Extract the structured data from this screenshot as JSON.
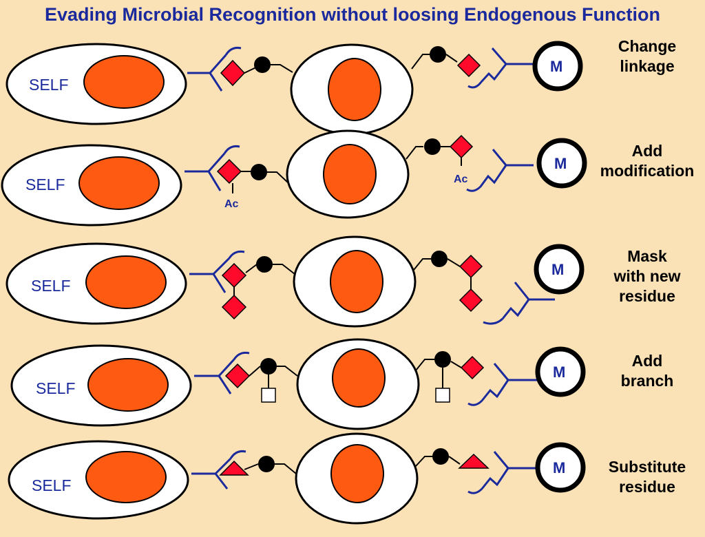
{
  "title": "Evading Microbial Recognition without loosing Endogenous Function",
  "labels": {
    "self": "SELF",
    "microbe": "M",
    "acetyl": "Ac"
  },
  "colors": {
    "background": "#fbe1b6",
    "nucleus": "#ff5a12",
    "receptor": "#1a2a9c",
    "diamond": "#ff0a2a",
    "title": "#1a2a9c"
  },
  "rows": [
    {
      "caption_lines": [
        "Change",
        "linkage"
      ]
    },
    {
      "caption_lines": [
        "Add",
        "modification"
      ]
    },
    {
      "caption_lines": [
        "Mask",
        "with new",
        "residue"
      ]
    },
    {
      "caption_lines": [
        "Add",
        "branch"
      ]
    },
    {
      "caption_lines": [
        "Substitute",
        "residue"
      ]
    }
  ]
}
